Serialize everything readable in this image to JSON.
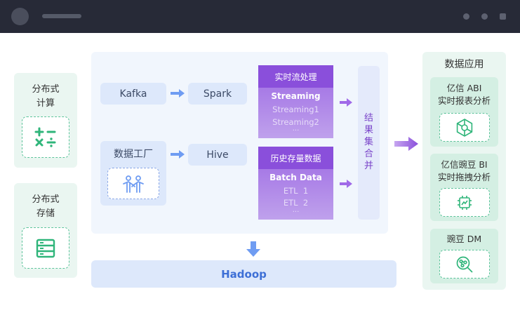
{
  "colors": {
    "titlebar": "#272a37",
    "green_panel": "#eaf6f1",
    "blue_panel": "#f1f6fd",
    "pill": "#dde8fb",
    "purple": "#8a4fdb",
    "arrow_blue": "#6f9cf2",
    "arrow_purple": "#a06ae8",
    "icon_green": "#2fb57a"
  },
  "left": {
    "compute_label": "分布式\n计算",
    "storage_label": "分布式\n存储"
  },
  "sources": {
    "kafka": "Kafka",
    "spark": "Spark",
    "data_factory": "数据工厂",
    "hive": "Hive"
  },
  "realtime": {
    "title": "实时流处理",
    "main": "Streaming",
    "items": [
      "Streaming1",
      "Streaming2"
    ],
    "ellipsis": "..."
  },
  "batch": {
    "title": "历史存量数据",
    "main": "Batch Data",
    "items": [
      "ETL  1",
      "ETL  2"
    ],
    "ellipsis": "..."
  },
  "merge": {
    "chars": [
      "结",
      "果",
      "集",
      "合",
      "并"
    ]
  },
  "hadoop": "Hadoop",
  "apps": {
    "title": "数据应用",
    "abi": "亿信 ABI\n实时报表分析",
    "bi": "亿信豌豆 BI\n实时拖拽分析",
    "dm": "豌豆 DM"
  }
}
